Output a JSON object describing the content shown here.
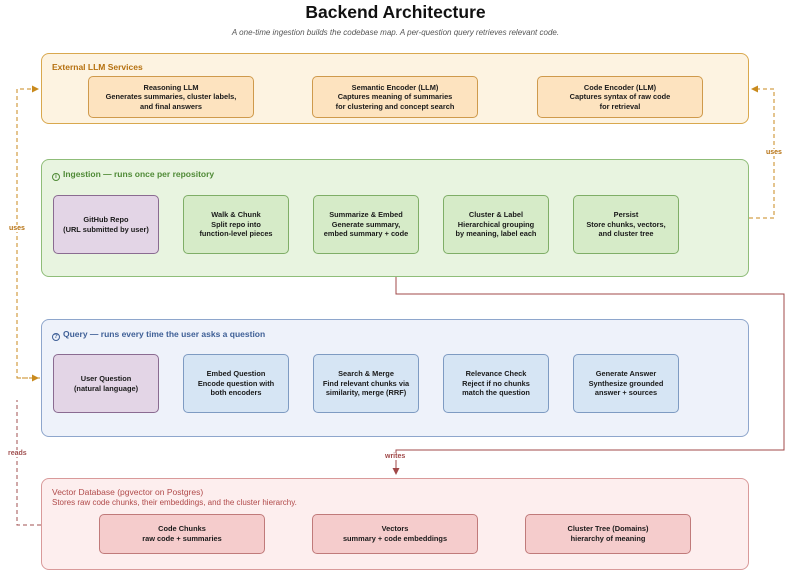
{
  "title": "Backend Architecture",
  "subtitle": "A one-time ingestion builds the codebase map. A per-question query retrieves relevant code.",
  "llm_panel": {
    "title": "External LLM Services",
    "boxes": [
      {
        "title": "Reasoning LLM",
        "desc1": "Generates summaries, cluster labels,",
        "desc2": "and final answers"
      },
      {
        "title": "Semantic Encoder (LLM)",
        "desc1": "Captures meaning of summaries",
        "desc2": "for clustering and concept search"
      },
      {
        "title": "Code Encoder (LLM)",
        "desc1": "Captures syntax of raw code",
        "desc2": "for retrieval"
      }
    ]
  },
  "ingestion_panel": {
    "title": "Ingestion — runs once per repository",
    "boxes": [
      {
        "title": "GitHub Repo",
        "desc1": "(URL submitted by user)",
        "desc2": ""
      },
      {
        "title": "Walk & Chunk",
        "desc1": "Split repo into",
        "desc2": "function-level pieces"
      },
      {
        "title": "Summarize & Embed",
        "desc1": "Generate summary,",
        "desc2": "embed summary + code"
      },
      {
        "title": "Cluster & Label",
        "desc1": "Hierarchical grouping",
        "desc2": "by meaning, label each"
      },
      {
        "title": "Persist",
        "desc1": "Store chunks, vectors,",
        "desc2": "and cluster tree"
      }
    ]
  },
  "query_panel": {
    "title": "Query — runs every time the user asks a question",
    "boxes": [
      {
        "title": "User Question",
        "desc1": "(natural language)",
        "desc2": ""
      },
      {
        "title": "Embed Question",
        "desc1": "Encode question with",
        "desc2": "both encoders"
      },
      {
        "title": "Search & Merge",
        "desc1": "Find relevant chunks via",
        "desc2": "similarity, merge (RRF)"
      },
      {
        "title": "Relevance Check",
        "desc1": "Reject if no chunks",
        "desc2": "match the question"
      },
      {
        "title": "Generate Answer",
        "desc1": "Synthesize grounded",
        "desc2": "answer + sources"
      }
    ]
  },
  "db_panel": {
    "title": "Vector Database (pgvector on Postgres)",
    "subtitle": "Stores raw code chunks, their embeddings, and the cluster hierarchy.",
    "boxes": [
      {
        "title": "Code Chunks",
        "desc1": "raw code + summaries"
      },
      {
        "title": "Vectors",
        "desc1": "summary + code embeddings"
      },
      {
        "title": "Cluster Tree (Domains)",
        "desc1": "hierarchy of meaning"
      }
    ]
  },
  "edge_labels": {
    "uses_left": "uses",
    "uses_right": "uses",
    "reads": "reads",
    "writes": "writes"
  },
  "colors": {
    "llm_bg": "#fdf3e1",
    "llm_border": "#d9a84e",
    "llm_title": "#b5700f",
    "ing_bg": "#e8f4e0",
    "ing_border": "#8fbd79",
    "ing_title": "#4f8a36",
    "qry_bg": "#eef2fa",
    "qry_border": "#8ea6cc",
    "qry_title": "#3e5f96",
    "db_bg": "#fdeeee",
    "db_border": "#d99a9a",
    "db_title": "#b04a4a",
    "uses_arrow": "#c98a1d",
    "reads_arrow": "#a05050",
    "writes_arrow": "#a04848"
  }
}
